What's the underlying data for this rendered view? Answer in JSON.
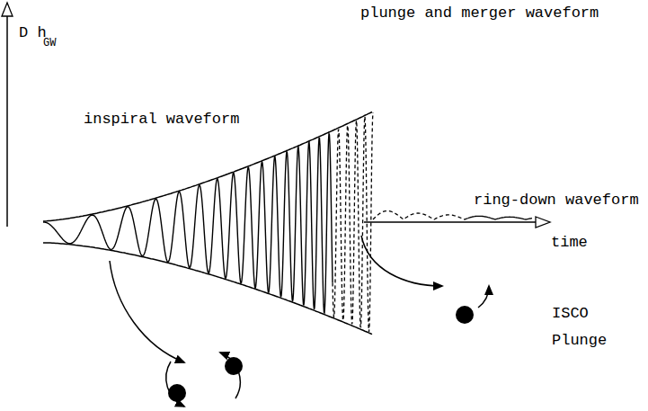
{
  "diagram": {
    "labels": [
      "D h",
      "GW",
      "plunge and merger waveform",
      "inspiral waveform",
      "ring-down waveform",
      "time",
      "ISCO",
      "Plunge"
    ]
  }
}
